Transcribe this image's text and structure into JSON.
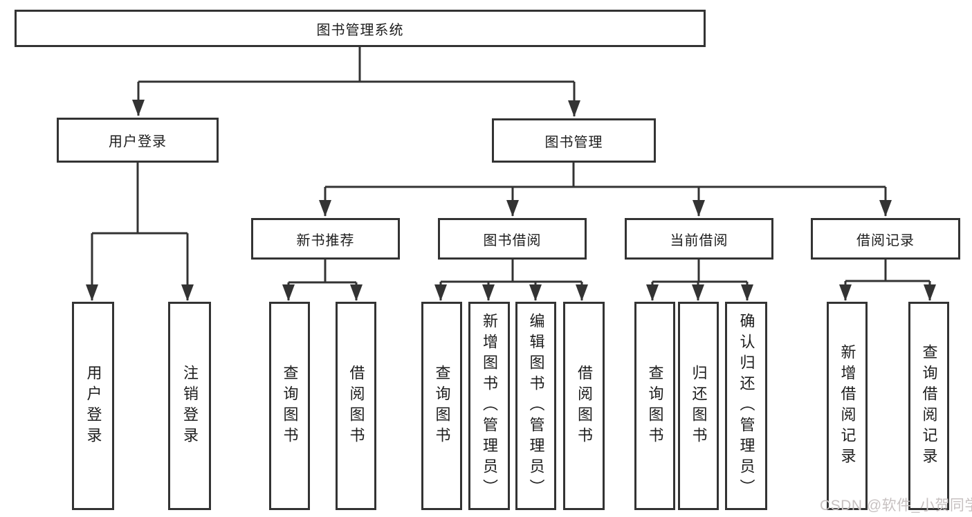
{
  "diagram": {
    "root": {
      "label": "图书管理系统"
    },
    "level2": [
      {
        "label": "用户登录"
      },
      {
        "label": "图书管理"
      }
    ],
    "level3": [
      {
        "label": "新书推荐"
      },
      {
        "label": "图书借阅"
      },
      {
        "label": "当前借阅"
      },
      {
        "label": "借阅记录"
      }
    ],
    "leaves": {
      "login": [
        "用户登录",
        "注销登录"
      ],
      "newbook": [
        "查询图书",
        "借阅图书"
      ],
      "borrow": [
        "查询图书",
        "新增图书（管理员）",
        "编辑图书（管理员）",
        "借阅图书"
      ],
      "current": [
        "查询图书",
        "归还图书",
        "确认归还（管理员）"
      ],
      "records": [
        "新增借阅记录",
        "查询借阅记录"
      ]
    }
  },
  "watermark": {
    "text": "CSDN @软件_小贺同学",
    "color": "#c7c1c1"
  },
  "colors": {
    "line": "#333333",
    "text": "#1d1d1d",
    "background": "#ffffff"
  }
}
